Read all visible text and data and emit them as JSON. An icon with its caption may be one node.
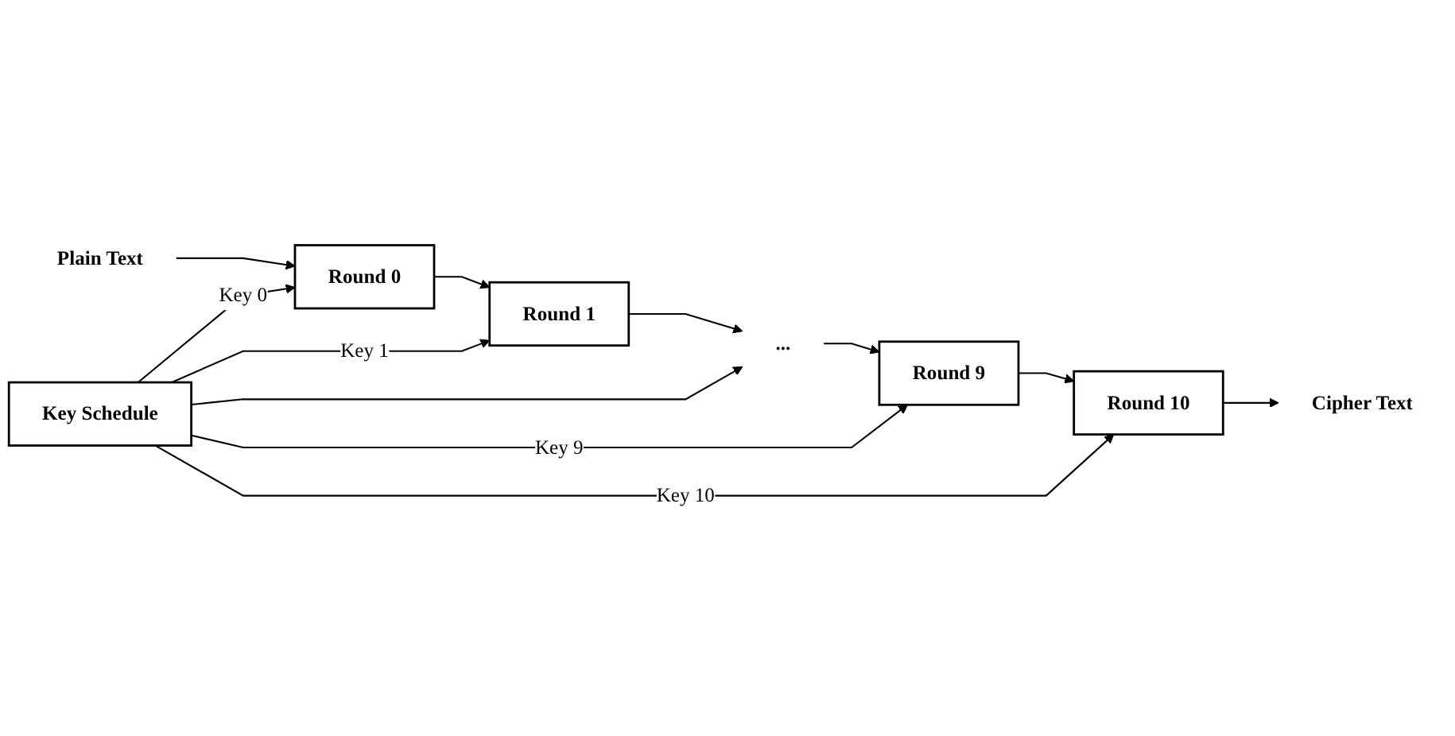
{
  "diagram": {
    "nodes": [
      {
        "text": [
          "Plain Text"
        ]
      },
      {
        "text": [
          "Round 0"
        ]
      },
      {
        "text": [
          "Round 1"
        ]
      },
      {
        "text": [
          "..."
        ]
      },
      {
        "text": [
          "Round 9"
        ]
      },
      {
        "text": [
          "Round 10"
        ]
      },
      {
        "text": [
          "Key Schedule"
        ]
      },
      {
        "text": [
          "Cipher Text"
        ]
      }
    ],
    "edges": [
      {
        "from": 0,
        "to": 1,
        "arrow": "to"
      },
      {
        "from": 6,
        "to": 1,
        "arrow": "to",
        "label": "Key 0"
      },
      {
        "from": 1,
        "to": 2,
        "arrow": "to"
      },
      {
        "from": 6,
        "to": 2,
        "arrow": "to",
        "label": "Key 1"
      },
      {
        "from": 2,
        "to": 3,
        "arrow": "to"
      },
      {
        "from": 6,
        "to": 3,
        "arrow": "to"
      },
      {
        "from": 3,
        "to": 4,
        "arrow": "to"
      },
      {
        "from": 6,
        "to": 4,
        "arrow": "to",
        "label": "Key 9"
      },
      {
        "from": 4,
        "to": 5,
        "arrow": "to"
      },
      {
        "from": 6,
        "to": 5,
        "arrow": "to",
        "label": "Key 10"
      },
      {
        "from": 5,
        "to": 7,
        "arrow": "to"
      }
    ]
  }
}
